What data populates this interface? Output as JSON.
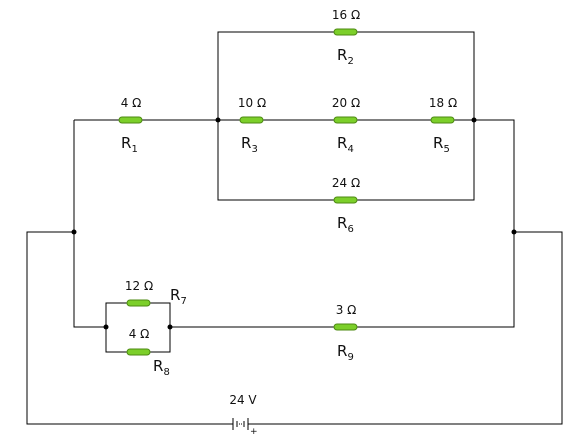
{
  "colors": {
    "wire": "#000000",
    "resistor_fill": "#7ccf2a",
    "resistor_stroke": "#4c8a12"
  },
  "resistors": {
    "r1": {
      "value": "4 Ω",
      "letter": "R",
      "index": "1"
    },
    "r2": {
      "value": "16 Ω",
      "letter": "R",
      "index": "2"
    },
    "r3": {
      "value": "10 Ω",
      "letter": "R",
      "index": "3"
    },
    "r4": {
      "value": "20 Ω",
      "letter": "R",
      "index": "4"
    },
    "r5": {
      "value": "18 Ω",
      "letter": "R",
      "index": "5"
    },
    "r6": {
      "value": "24 Ω",
      "letter": "R",
      "index": "6"
    },
    "r7": {
      "value": "12 Ω",
      "letter": "R",
      "index": "7"
    },
    "r8": {
      "value": "4 Ω",
      "letter": "R",
      "index": "8"
    },
    "r9": {
      "value": "3 Ω",
      "letter": "R",
      "index": "9"
    }
  },
  "battery": {
    "voltage": "24 V",
    "plus_sign": "+"
  }
}
